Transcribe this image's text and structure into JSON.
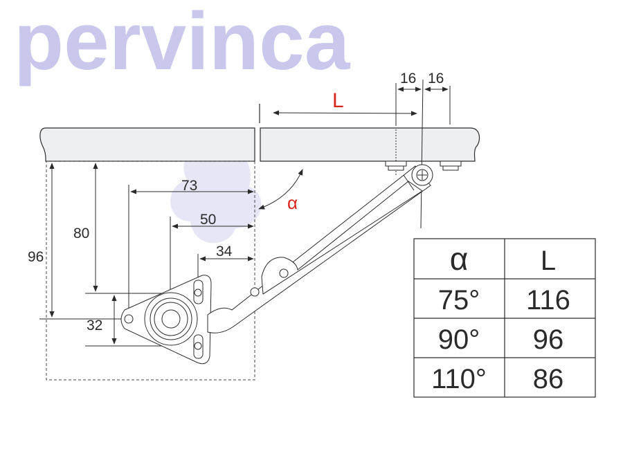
{
  "watermark": "pervinca",
  "dimensions": {
    "d96": "96",
    "d80": "80",
    "d32": "32",
    "d73": "73",
    "d50": "50",
    "d34": "34",
    "d16a": "16",
    "d16b": "16",
    "alpha": "α",
    "L": "L"
  },
  "table": {
    "headers": [
      "α",
      "L"
    ],
    "rows": [
      [
        "75°",
        "116"
      ],
      [
        "90°",
        "96"
      ],
      [
        "110°",
        "86"
      ]
    ]
  },
  "colors": {
    "accent": "#d9261c",
    "line": "#2a2a2a",
    "board": "#eeeff0",
    "watermark": "#c9c8ec"
  }
}
